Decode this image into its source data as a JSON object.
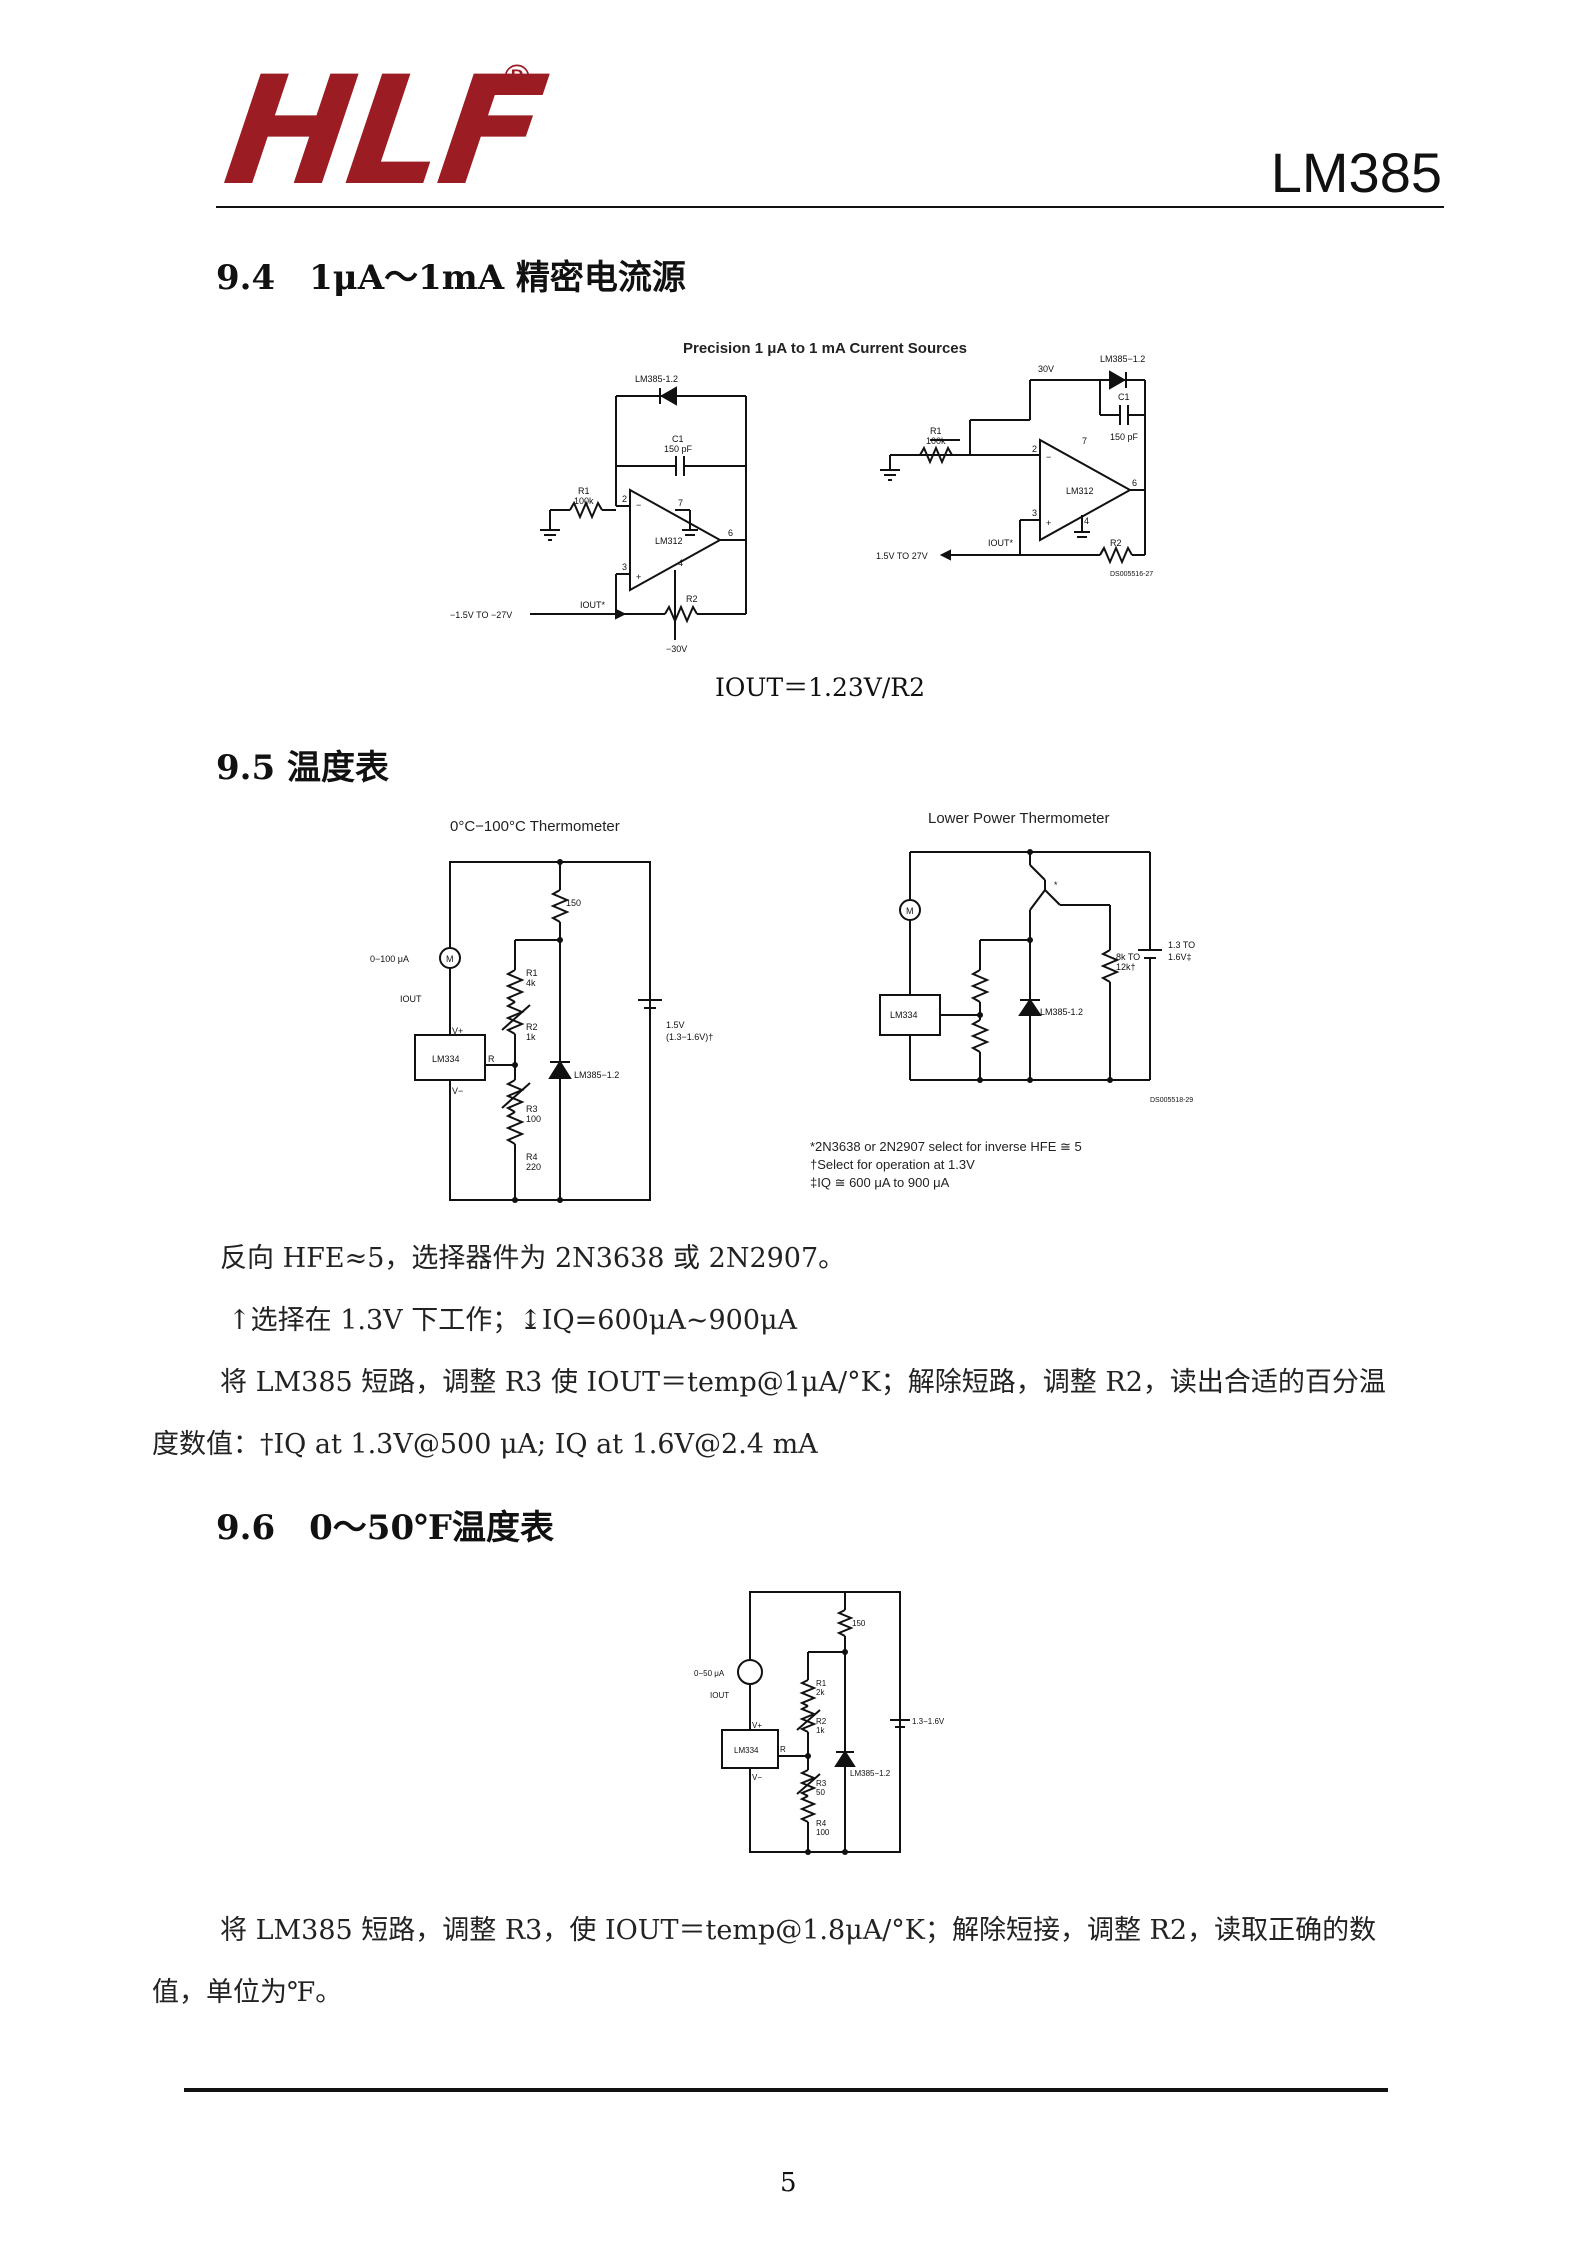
{
  "header": {
    "logo_text": "HLF",
    "logo_registered": "®",
    "model": "LM385",
    "brand_color": "#9b1c22"
  },
  "sections": [
    {
      "heading": "9.4　1μA～1mA 精密电流源",
      "figure_title": "Precision 1 μA to 1 mA Current Sources",
      "formula": "IOUT＝1.23V/R2",
      "left_circuit": {
        "labels": [
          "LM385-1.2",
          "C1",
          "150 pF",
          "R1",
          "100k",
          "LM312",
          "2",
          "3",
          "7",
          "6",
          "4",
          "IOUT*",
          "R2",
          "−1.5V TO −27V",
          "−30V"
        ]
      },
      "right_circuit": {
        "labels": [
          "LM385−1.2",
          "30V",
          "C1",
          "150 pF",
          "R1",
          "100k",
          "2",
          "7",
          "6",
          "3",
          "4",
          "LM312",
          "IOUT*",
          "R2",
          "1.5V TO 27V",
          "DS005516-27"
        ]
      }
    },
    {
      "heading": "9.5  温度表",
      "left_title": "0°C−100°C Thermometer",
      "right_title": "Lower Power Thermometer",
      "left_labels": [
        "150",
        "0−100 μA",
        "M",
        "IOUT",
        "R1",
        "4k",
        "R2",
        "1k",
        "V+",
        "R",
        "LM334",
        "V−",
        "R3",
        "100",
        "R4",
        "220",
        "LM385−1.2",
        "1.5V",
        "(1.3−1.6V)†"
      ],
      "right_labels": [
        "M",
        "LM334",
        "LM385-1.2",
        "8k TO",
        "12k†",
        "1.3 TO",
        "1.6V‡",
        "*",
        "DS005518-29"
      ],
      "notes": [
        "*2N3638 or 2N2907 select for inverse HFE ≅ 5",
        "†Select for operation at 1.3V",
        "‡IQ ≅ 600 μA to 900 μA"
      ],
      "paragraphs": [
        "反向 HFE≈5，选择器件为 2N3638 或 2N2907。",
        "↑选择在 1.3V 下工作；↨IQ=600μA~900μA",
        "将 LM385 短路，调整 R3 使 IOUT＝temp@1μA/°K；解除短路，调整 R2，读出合适的百分温",
        "度数值：†IQ at 1.3V@500 μA; IQ at 1.6V@2.4 mA"
      ]
    },
    {
      "heading": "9.6　0～50℉温度表",
      "labels": [
        "150",
        "0−50 μA",
        "IOUT",
        "R1",
        "2k",
        "R2",
        "1k",
        "V+",
        "R",
        "LM334",
        "V−",
        "R3",
        "50",
        "R4",
        "100",
        "LM385−1.2",
        "1.3−1.6V"
      ],
      "paragraphs": [
        "将 LM385 短路，调整 R3，使 IOUT＝temp@1.8μA/°K；解除短接，调整 R2，读取正确的数",
        "值，单位为℉。"
      ]
    }
  ],
  "footer": {
    "page_number": "5"
  }
}
